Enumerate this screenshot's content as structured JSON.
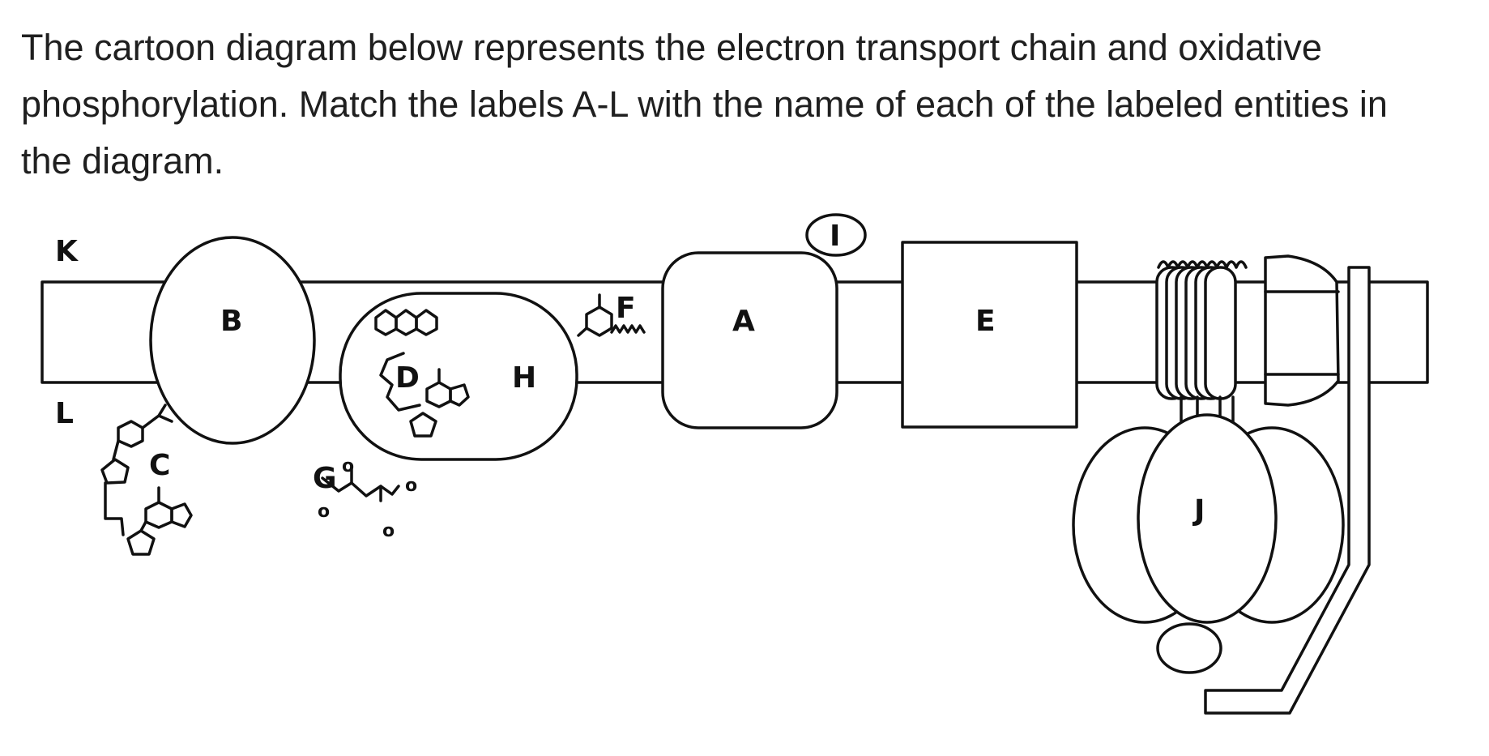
{
  "question": {
    "text": "The cartoon diagram below represents the electron transport chain and oxidative phosphorylation.  Match the labels A-L with the name of each of the labeled entities in the diagram."
  },
  "diagram": {
    "labels": {
      "A": "A",
      "B": "B",
      "C": "C",
      "D": "D",
      "E": "E",
      "F": "F",
      "G": "G",
      "H": "H",
      "I": "I",
      "J": "J",
      "K": "K",
      "L": "L"
    },
    "small_marks": {
      "o": "o"
    }
  }
}
